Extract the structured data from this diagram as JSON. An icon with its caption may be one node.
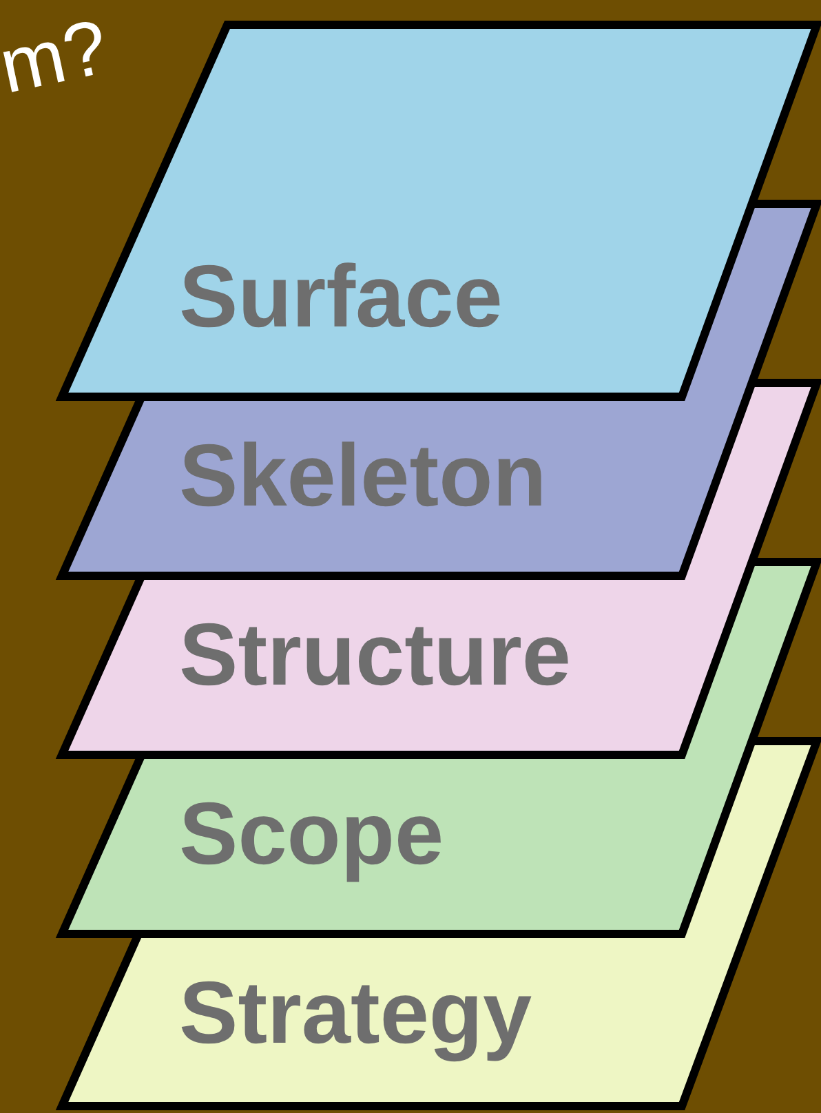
{
  "diagram": {
    "nodes": [
      {
        "text": [
          "Surface"
        ]
      },
      {
        "text": [
          "Skeleton"
        ]
      },
      {
        "text": [
          "Structure"
        ]
      },
      {
        "text": [
          "Scope"
        ]
      },
      {
        "text": [
          "Strategy"
        ]
      }
    ],
    "labels": [
      "m?"
    ]
  }
}
